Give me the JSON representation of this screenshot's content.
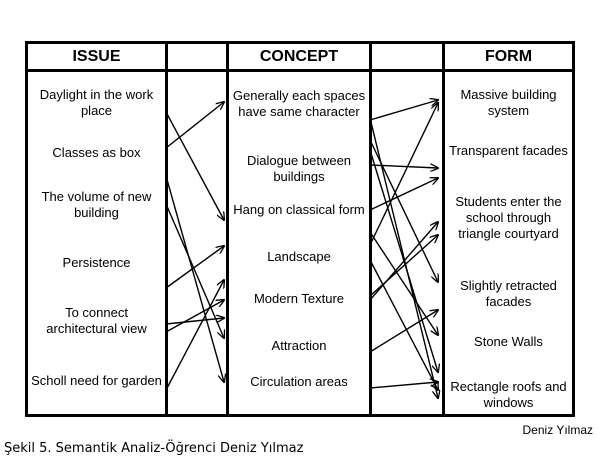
{
  "columns": [
    {
      "header": "ISSUE",
      "items": [
        "Daylight in the work place",
        "Classes as box",
        "The volume of new building",
        "Persistence",
        "To connect architectural view",
        "Scholl need for garden"
      ]
    },
    {
      "header": "CONCEPT",
      "items": [
        "Generally each spaces have same character",
        "Dialogue between buildings",
        "Hang on classical form",
        "Landscape",
        "Modern Texture",
        "Attraction",
        "Circulation areas"
      ]
    },
    {
      "header": "FORM",
      "items": [
        "Massive building system",
        "Transparent facades",
        "Students enter the school through triangle courtyard",
        "Slightly retracted facades",
        "Stone Walls",
        "Rectangle roofs and windows"
      ]
    }
  ],
  "credit": "Deniz Yılmaz",
  "caption": "Şekil 5. Semantik Analiz-Öğrenci Deniz Yılmaz"
}
